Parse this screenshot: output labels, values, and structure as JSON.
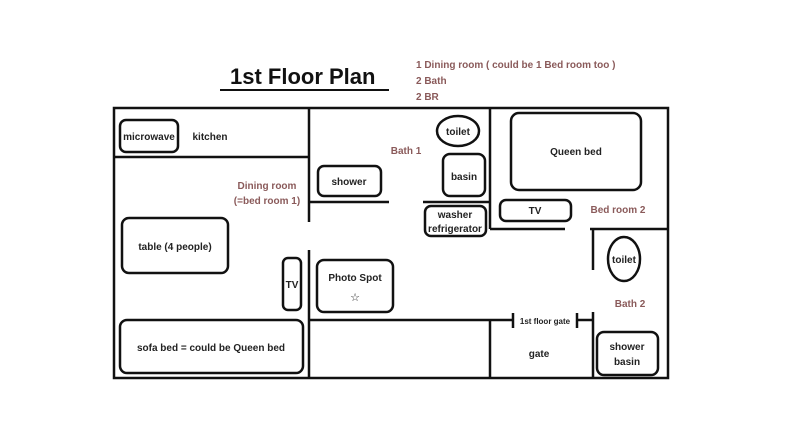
{
  "title": "1st  Floor Plan",
  "notes": [
    "1 Dining room ( could be 1 Bed room too )",
    "2 Bath",
    "2 BR"
  ],
  "colors": {
    "room_label": "#8a5a5a",
    "line": "#111111"
  },
  "rooms": {
    "kitchen": "kitchen",
    "dining_line1": "Dining room",
    "dining_line2": "(=bed room 1)",
    "bath1": "Bath 1",
    "bedroom2": "Bed room 2",
    "bath2": "Bath 2",
    "gate": "gate",
    "first_floor_gate": "1st floor gate"
  },
  "furniture": {
    "microwave": "microwave",
    "table": "table (4 people)",
    "tv_dining": "TV",
    "sofa": "sofa bed = could be Queen bed",
    "shower": "shower",
    "photo_spot": "Photo Spot",
    "star": "☆",
    "toilet1": "toilet",
    "basin": "basin",
    "washer": "washer",
    "refrigerator": "refrigerator",
    "queen_bed": "Queen bed",
    "tv_bedroom": "TV",
    "toilet2": "toilet",
    "shower_basin_1": "shower",
    "shower_basin_2": "basin"
  }
}
